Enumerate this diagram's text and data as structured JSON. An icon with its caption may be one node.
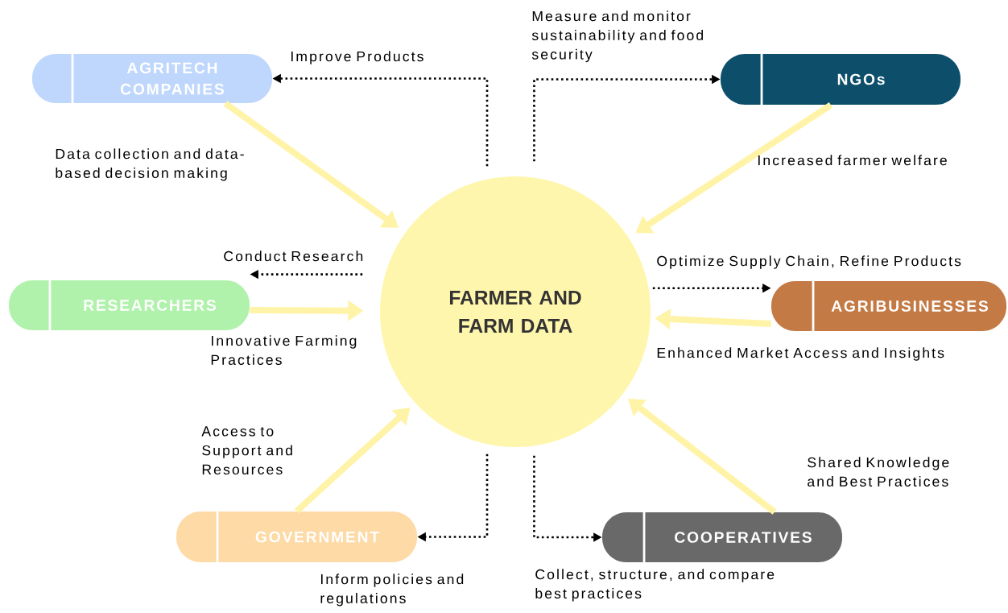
{
  "diagram": {
    "nodes": [
      {
        "text": [
          "FARMER AND FARM DATA"
        ]
      },
      {
        "text": [
          "AGRITECH COMPANIES"
        ]
      },
      {
        "text": [
          "NGOs"
        ]
      },
      {
        "text": [
          "RESEARCHERS"
        ]
      },
      {
        "text": [
          "AGRIBUSINESSES"
        ]
      },
      {
        "text": [
          "GOVERNMENT"
        ]
      },
      {
        "text": [
          "COOPERATIVES"
        ]
      }
    ],
    "edges": [
      {
        "from": 0,
        "to": 1,
        "arrow": "to",
        "style": "dashed",
        "color": "#000000",
        "label": "Improve Products"
      },
      {
        "from": 0,
        "to": 2,
        "arrow": "to",
        "style": "dashed",
        "color": "#000000",
        "label": "Measure and monitor sustainability and food security"
      },
      {
        "from": 0,
        "to": 3,
        "arrow": "to",
        "style": "dashed",
        "color": "#000000",
        "label": "Conduct Research"
      },
      {
        "from": 0,
        "to": 4,
        "arrow": "to",
        "style": "dashed",
        "color": "#000000",
        "label": "Optimize Supply Chain, Refine Products"
      },
      {
        "from": 0,
        "to": 5,
        "arrow": "to",
        "style": "dashed",
        "color": "#000000",
        "label": "Inform policies and regulations"
      },
      {
        "from": 0,
        "to": 6,
        "arrow": "to",
        "style": "dashed",
        "color": "#000000",
        "label": "Collect, structure, and compare best practices"
      },
      {
        "from": 1,
        "to": 0,
        "arrow": "to",
        "style": "thick",
        "color": "#fff3a8",
        "label": "Data collection and data-based decision making"
      },
      {
        "from": 2,
        "to": 0,
        "arrow": "to",
        "style": "thick",
        "color": "#fff3a8",
        "label": "Increased farmer welfare"
      },
      {
        "from": 3,
        "to": 0,
        "arrow": "to",
        "style": "thick",
        "color": "#fff3a8",
        "label": "Innovative Farming Practices"
      },
      {
        "from": 4,
        "to": 0,
        "arrow": "to",
        "style": "thick",
        "color": "#fff3a8",
        "label": "Enhanced Market Access and Insights"
      },
      {
        "from": 5,
        "to": 0,
        "arrow": "to",
        "style": "thick",
        "color": "#fff3a8",
        "label": "Access to Support and Resources"
      },
      {
        "from": 6,
        "to": 0,
        "arrow": "to",
        "style": "thick",
        "color": "#fff3a8",
        "label": "Shared Knowledge and Best Practices"
      }
    ]
  }
}
